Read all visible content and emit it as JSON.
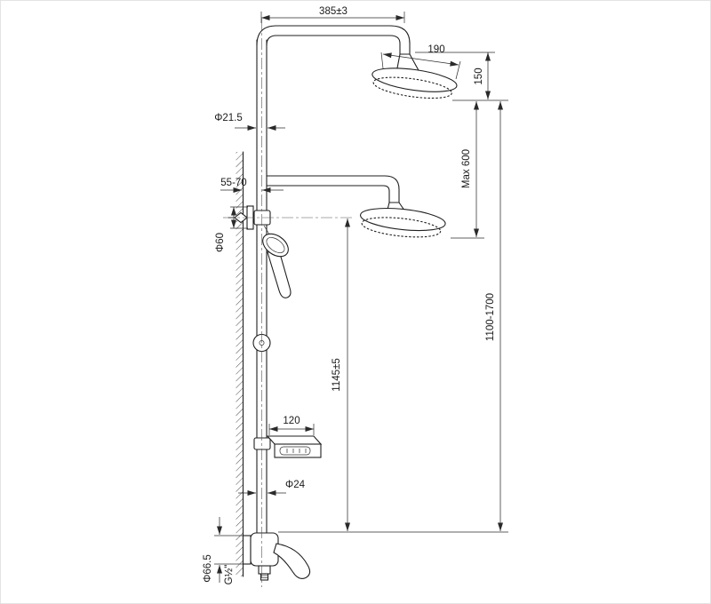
{
  "drawing": {
    "background": "#ffffff",
    "line_color": "#1f1f1f"
  },
  "dimensions": {
    "top_offset": "385±3",
    "head_diameter": "190",
    "head_drop": "150",
    "pipe_diameter": "Φ21.5",
    "max_head_spacing": "Max 600",
    "wall_clearance": "55-70",
    "bracket_diameter": "Φ60",
    "column_height": "1100-1700",
    "bar_length": "1145±5",
    "shelf_width": "120",
    "slide_bar_diameter": "Φ24",
    "escutcheon_diameter": "Φ66.5",
    "thread_size": "G½\""
  }
}
